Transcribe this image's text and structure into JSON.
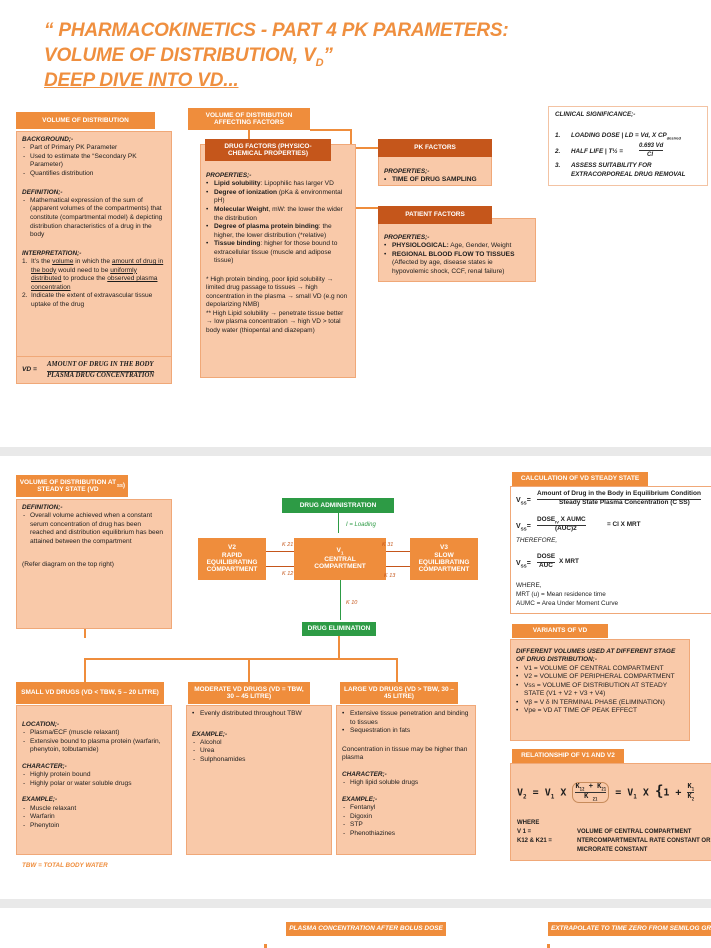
{
  "title": {
    "line1": "“ PHARMACOKINETICS - PART 4 PK PARAMETERS:",
    "line2": "VOLUME OF DISTRIBUTION, V",
    "line2_sub": "D",
    "line2_end": "”",
    "line3": "DEEP DIVE INTO VD..."
  },
  "vod": {
    "header": "VOLUME OF DISTRIBUTION",
    "background_h": "BACKGROUND;-",
    "background": [
      "Part of Primary PK Parameter",
      "Used to estimate the “Secondary PK Parameter)",
      "Quantifies distribution"
    ],
    "definition_h": "DEFINITION;-",
    "definition": [
      "Mathematical expression of the sum of (apparent volumes of the compartments) that constitute (compartmental model) & depicting distribution characteristics of a drug in the body"
    ],
    "interpretation_h": "INTERPRETATION;-",
    "interp1_a": "It’s the ",
    "interp1_b": "volume",
    "interp1_c": " in which the ",
    "interp1_d": "amount of drug in the body",
    "interp1_e": " would need to be ",
    "interp1_f": "uniformly distributed",
    "interp1_g": " to produce the ",
    "interp1_h": "observed plasma concentration",
    "interp2": "Indicate the extent of extravascular tissue uptake of the drug",
    "num1": "1.",
    "num2": "2.",
    "formula_lhs": "VD =",
    "formula_num": "AMOUNT OF DRUG IN THE BODY",
    "formula_den": "PLASMA DRUG CONCENTRATION"
  },
  "affecting": {
    "header": "VOLUME OF DISTRIBUTION AFFECTING FACTORS",
    "drug_header": "DRUG FACTORS (PHYSICO-CHEMICAL PROPERTIES)",
    "properties_h": "PROPERTIES;-",
    "items": [
      {
        "b": "Lipid solubility",
        "t": ": Lipophilic has larger VD"
      },
      {
        "b": "Degree of ionization",
        "t": " (pKa & environmental pH)"
      },
      {
        "b": "Molecular Weight",
        "t": ", mW: the lower the wider the distribution"
      },
      {
        "b": "Degree of plasma protein binding",
        "t": ": the higher, the lower distribution (*relative)"
      },
      {
        "b": "Tissue binding",
        "t": ": higher for those bound to extracellular tissue (muscle and adipose tissue)"
      }
    ],
    "note1": "* High protein binding, poor lipid solubility → limited drug passage to tissues → high concentration in the plasma → small VD (e.g non depolarizing NMB)",
    "note2": "** High Lipid solubility → penetrate tissue better → low plasma concentration → high VD > total body water (thiopental and diazepam)"
  },
  "pk_factors": {
    "header": "PK FACTORS",
    "properties_h": "PROPERTIES;-",
    "items": [
      "TIME OF DRUG SAMPLING"
    ]
  },
  "patient_factors": {
    "header": "PATIENT FACTORS",
    "properties_h": "PROPERTIES;-",
    "item1_b": "PHYSIOLOGICAL:",
    "item1_t": " Age, Gender, Weight",
    "item2_b": "REGIONAL BLOOD FLOW TO TISSUES",
    "item2_t": "(Affected by age, disease states ie hypovolemic shock, CCF, renal failure)"
  },
  "clinical": {
    "header": "CLINICAL SIGNIFICANCE;-",
    "n1": "1.",
    "n2": "2.",
    "n3": "3.",
    "item1": "LOADING DOSE | LD = Vd, X CP",
    "item1_sub": "desired",
    "item2": "HALF LIFE | T½ =",
    "item2_num": "0.693 Vd",
    "item2_den": "Cl",
    "item3": "ASSESS SUITABILITY FOR EXTRACORPOREAL DRUG REMOVAL"
  },
  "steady": {
    "header": "VOLUME OF DISTRIBUTION AT STEADY STATE (VD",
    "header_sub": "SS",
    "header_end": ")",
    "definition_h": "DEFINITION;-",
    "definition": "Overall volume achieved when a constant serum concentration of drug has been reached and distribution equilibrium has been attained between the compartment",
    "ref": "(Refer diagram on the top right)"
  },
  "diagram": {
    "admin": "DRUG ADMINISTRATION",
    "loading": "I = Loading",
    "central": "V1 CENTRAL COMPARTMENT",
    "central_v": "V",
    "central_sub": "1",
    "central_l1": "CENTRAL",
    "central_l2": "COMPARTMENT",
    "v2_l1": "V2",
    "v2_l2": "RAPID",
    "v2_l3": "EQUILIBRATING",
    "v2_l4": "COMPARTMENT",
    "v3_l1": "V3",
    "v3_l2": "SLOW",
    "v3_l3": "EQUILIBRATING",
    "v3_l4": "COMPARTMENT",
    "k21": "K 21",
    "k12": "K 12",
    "k31": "K 31",
    "k13": "K 13",
    "k10": "K 10",
    "elim": "DRUG ELIMINATION"
  },
  "small_vd": {
    "header": "SMALL VD DRUGS (VD < TBW, 5 – 20 LITRE)",
    "location_h": "LOCATION;-",
    "location": [
      "Plasma/ECF (muscle relaxant)",
      "Extensive bound to plasma protein (warfarin, phenytoin, tolbutamide)"
    ],
    "character_h": "CHARACTER;-",
    "character": [
      "Highly protein bound",
      "Highly polar or water soluble drugs"
    ],
    "example_h": "EXAMPLE;-",
    "example": [
      "Muscle relaxant",
      "Warfarin",
      "Phenytoin"
    ]
  },
  "tbw": "TBW = TOTAL BODY WATER",
  "moderate_vd": {
    "header": "MODERATE VD DRUGS (VD = TBW, 30 – 45 LITRE)",
    "items": [
      "Evenly distributed throughout TBW"
    ],
    "example_h": "EXAMPLE;-",
    "example": [
      "Alcohol",
      "Urea",
      "Sulphonamides"
    ]
  },
  "large_vd": {
    "header": "LARGE VD DRUGS (VD > TBW, 30 – 45 LITRE)",
    "items": [
      "Extensive tissue penetration and binding to tissues",
      "Sequestration in fats"
    ],
    "concentration": "Concentration in tissue may be higher than plasma",
    "character_h": "CHARACTER;-",
    "character": [
      "High lipid soluble drugs"
    ],
    "example_h": "EXAMPLE;-",
    "example": [
      "Fentanyl",
      "Digoxin",
      "STP",
      "Phenothiazines"
    ]
  },
  "calc": {
    "header": "CALCULATION OF VD STEADY STATE",
    "vss": "V",
    "vss_sub": "SS",
    "eq": "=",
    "f1_num": "Amount of Drug in the Body in Equilibrium Condition",
    "f1_den": "Steady State Plasma Concentration (C SS)",
    "f2_num": "DOSE",
    "f2_num_sub": "IV",
    "f2_num_end": " X AUMC",
    "f2_den": "(AUC)2",
    "f2_rhs": "= Cl X MRT",
    "therefore": "THEREFORE,",
    "f3_num": "DOSE",
    "f3_den": "AUC",
    "f3_rhs": "X MRT",
    "where": "WHERE,",
    "mrt": "MRT (u) = Mean residence time",
    "aumc": "AUMC = Area Under Moment Curve"
  },
  "variants": {
    "header": "VARIANTS OF VD",
    "title": "DIFFERENT VOLUMES USED AT DIFFERENT STAGE OF DRUG DISTRIBUTION;-",
    "items": [
      "V1 = VOLUME OF CENTRAL COMPARTMENT",
      "V2 = VOLUME OF PERIPHERAL COMPARTMENT",
      "Vss = VOLUME OF DISTRIBUTION AT STEADY STATE (V1 + V2 + V3 + V4)",
      "Vβ = V δ IN TERMINAL PHASE (ELIMINATION)",
      "Vpe = VD AT TIME OF PEAK EFFECT"
    ]
  },
  "relationship": {
    "header": "RELATIONSHIP OF V1 AND V2",
    "where": "WHERE",
    "v1_l": "V 1 =",
    "v1_r": "VOLUME OF CENTRAL COMPARTMENT",
    "k_l": "K12 & K21 =",
    "k_r": "NTERCOMPARTMENTAL RATE CONSTANT OR",
    "k_r2": "MICRORATE CONSTANT"
  },
  "bottom": {
    "left": "PLASMA CONCENTRATION AFTER BOLUS DOSE",
    "right": "EXTRAPOLATE TO TIME ZERO FROM SEMILOG GRAPH"
  },
  "colors": {
    "accent": "#ef8d3c",
    "dark_accent": "#c5561b",
    "panel": "#f9c9a9",
    "green": "#2d9b45"
  }
}
